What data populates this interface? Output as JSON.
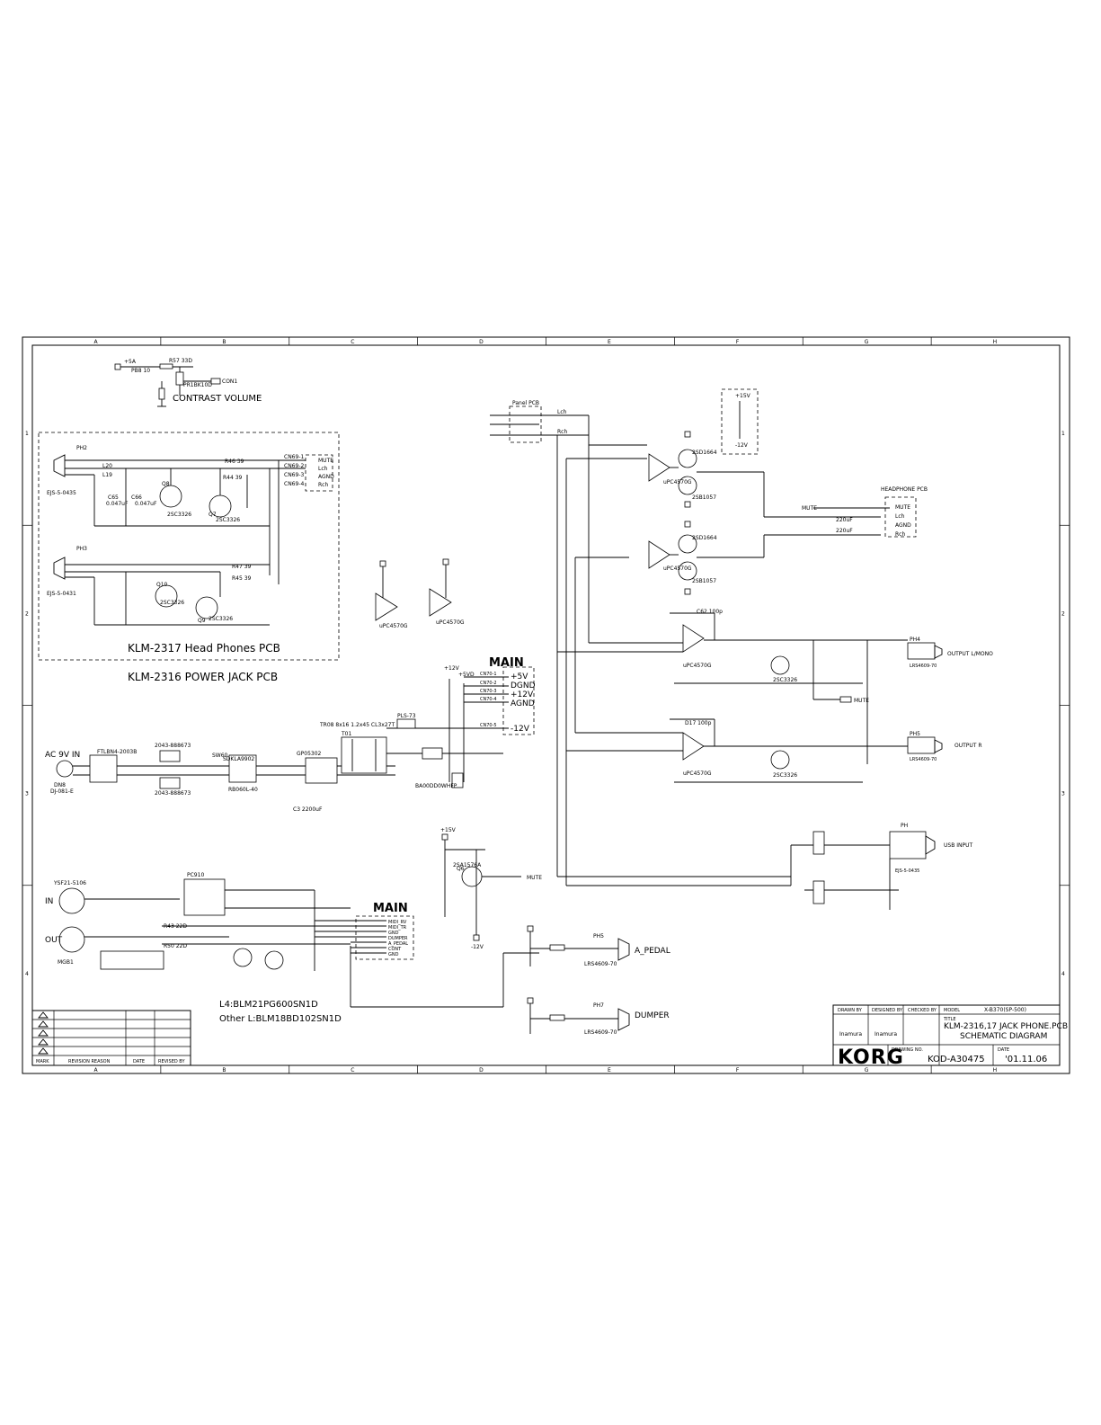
{
  "frame": {
    "columns": [
      "A",
      "B",
      "C",
      "D",
      "E",
      "F",
      "G",
      "H"
    ],
    "rows": [
      "1",
      "2",
      "3",
      "4"
    ]
  },
  "sections": {
    "contrast_volume": "CONTRAST VOLUME",
    "headphones_pcb": "KLM-2317     Head Phones PCB",
    "power_jack_pcb": "KLM-2316     POWER JACK PCB",
    "main_upper": "MAIN",
    "main_lower": "MAIN",
    "ferrite_note_1": "L4:BLM21PG600SN1D",
    "ferrite_note_2": "Other  L:BLM18BD102SN1D"
  },
  "main_upper_nets": [
    "+5V",
    "DGND",
    "+12V",
    "AGND",
    "-12V"
  ],
  "main_lower_nets": [
    "MIDI_RV",
    "MIDI_TR",
    "GND",
    "DUMPER",
    "A_PEDAL",
    "CONT",
    "GND"
  ],
  "signals": [
    "MUTE",
    "Lch",
    "Rch",
    "AGND",
    "Panel PCB",
    "HEADPHONE PCB"
  ],
  "connectors": {
    "output_lmono": "OUTPUT L/MONO",
    "output_r": "OUTPUT R",
    "usb_input": "USB INPUT",
    "a_pedal": "A_PEDAL",
    "dumper": "DUMPER",
    "ac_in": "AC 9V IN",
    "midi_in": "IN",
    "midi_out": "OUT"
  },
  "parts": {
    "q1": "2SC3326",
    "q7": "2SC3326",
    "q8": "2SC3326",
    "q9": "2SC3326",
    "opamp_head": "uPC4570G",
    "opamp_out": "uPC4570G",
    "q2": "2SD1664",
    "q3": "2SB1057",
    "q4": "2SD1664",
    "q5": "2SB1057",
    "q6": "2SA1576A",
    "q_mute1": "2SC3326",
    "q_mute2": "2SC3326",
    "jack_phone": "LRS4609-70",
    "jack_in": "EJS-5-0435",
    "jack_in2": "EJS-5-0431",
    "pc1": "PC910",
    "ic_reg": "BA00DD0WHFP",
    "transformer": "TR08 8x16 1.2x45 CL3x27T"
  },
  "revision_headers": [
    "MARK",
    "REVISION REASON",
    "DATE",
    "REVISED BY"
  ],
  "title_block": {
    "drawn_by_label": "DRAWN BY",
    "designed_by_label": "DESIGNED BY",
    "checked_by_label": "CHECKED BY",
    "model_label": "MODEL",
    "model": "X-B370(SP-500)",
    "drawn_by": "Inamura",
    "designed_by": "Inamura",
    "title_label": "TITLE",
    "title_line1": "KLM-2316,17  JACK PHONE.PCB",
    "title_line2": "SCHEMATIC DIAGRAM",
    "brand": "KORG",
    "drawing_no_label": "DRAWING NO.",
    "drawing_no": "KOD-A30475",
    "date_label": "DATE",
    "date": "'01.11.06"
  }
}
